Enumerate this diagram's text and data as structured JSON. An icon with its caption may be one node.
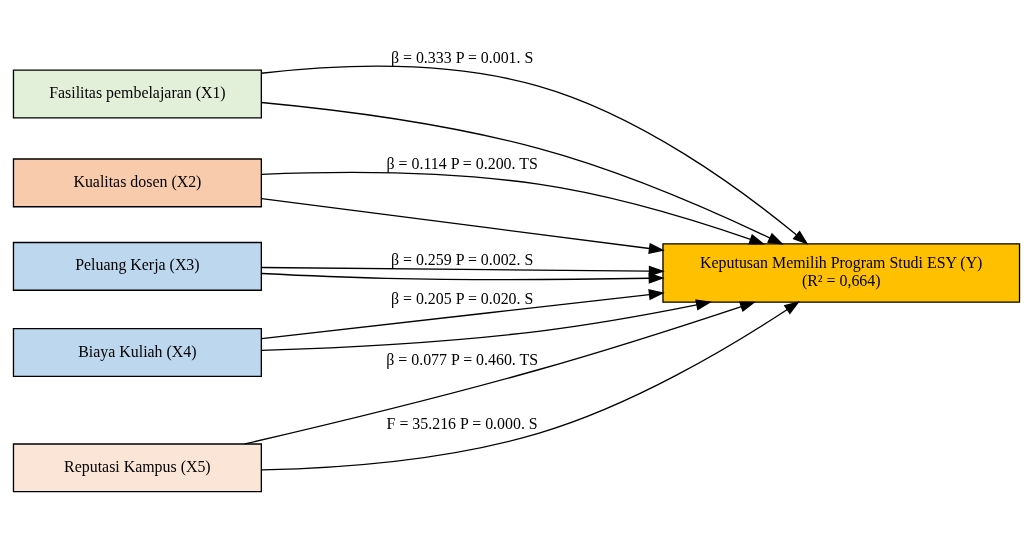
{
  "diagram": {
    "nodes": [
      {
        "text": [
          "Fasilitas pembelajaran (X1)"
        ]
      },
      {
        "text": [
          "Kualitas dosen (X2)"
        ]
      },
      {
        "text": [
          "Peluang Kerja (X3)"
        ]
      },
      {
        "text": [
          "Biaya Kuliah (X4)"
        ]
      },
      {
        "text": [
          "Reputasi Kampus (X5)"
        ]
      },
      {
        "text": [
          "Keputusan Memilih Program Studi ESY (Y)",
          "(R² = 0,664)"
        ]
      }
    ],
    "edges": [
      {
        "from": 0,
        "to": 5,
        "arrow": "to",
        "label": "β = 0.333 P = 0.001. S"
      },
      {
        "from": 1,
        "to": 5,
        "arrow": "to",
        "label": "β = 0.114 P = 0.200. TS"
      },
      {
        "from": 2,
        "to": 5,
        "arrow": "to",
        "label": "β = 0.259 P = 0.002. S"
      },
      {
        "from": 3,
        "to": 5,
        "arrow": "to",
        "label": "β = 0.205 P = 0.020. S"
      },
      {
        "from": 4,
        "to": 5,
        "arrow": "to",
        "label": "β = 0.077 P = 0.460. TS"
      },
      {
        "from": 0,
        "to": 5,
        "arrow": "to"
      },
      {
        "from": 1,
        "to": 5,
        "arrow": "to"
      },
      {
        "from": 2,
        "to": 5,
        "arrow": "to"
      },
      {
        "from": 3,
        "to": 5,
        "arrow": "to"
      },
      {
        "from": 4,
        "to": 5,
        "arrow": "to",
        "label": "F = 35.216 P = 0.000. S"
      }
    ]
  }
}
